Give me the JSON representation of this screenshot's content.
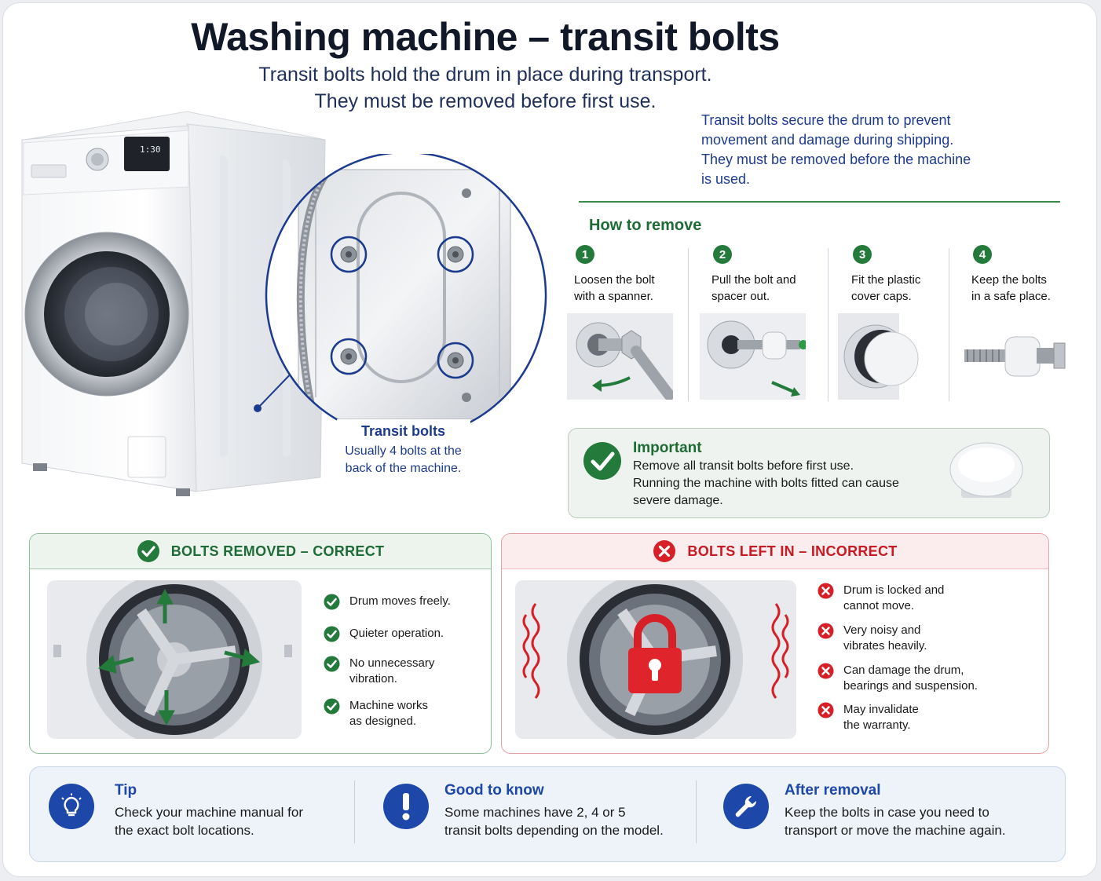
{
  "header": {
    "title": "Washing machine – transit bolts",
    "subtitle_line1": "Transit bolts hold the drum in place during transport.",
    "subtitle_line2": "They must be removed before first use."
  },
  "intro": "Transit bolts secure the drum to prevent movement and damage during shipping. They must be removed before the machine is used.",
  "machine": {
    "display_time": "1:30",
    "callout_title": "Transit bolts",
    "callout_text": "Usually 4 bolts at the back of the machine."
  },
  "how_to": {
    "heading": "How to remove",
    "steps": [
      {
        "num": "1",
        "line1": "Loosen the bolt",
        "line2": "with a spanner."
      },
      {
        "num": "2",
        "line1": "Pull the bolt and",
        "line2": "spacer out."
      },
      {
        "num": "3",
        "line1": "Fit the plastic",
        "line2": "cover caps."
      },
      {
        "num": "4",
        "line1": "Keep the bolts",
        "line2": "in a safe place."
      }
    ]
  },
  "important": {
    "title": "Important",
    "line1": "Remove all transit bolts before first use.",
    "line2": "Running the machine with bolts fitted can cause",
    "line3": "severe damage."
  },
  "correct": {
    "heading": "BOLTS REMOVED – CORRECT",
    "items": [
      {
        "l1": "Drum moves freely.",
        "l2": ""
      },
      {
        "l1": "Quieter operation.",
        "l2": ""
      },
      {
        "l1": "No unnecessary",
        "l2": "vibration."
      },
      {
        "l1": "Machine works",
        "l2": "as designed."
      }
    ]
  },
  "incorrect": {
    "heading": "BOLTS LEFT IN – INCORRECT",
    "items": [
      {
        "l1": "Drum is locked and",
        "l2": "cannot move."
      },
      {
        "l1": "Very noisy and",
        "l2": "vibrates heavily."
      },
      {
        "l1": "Can damage the drum,",
        "l2": "bearings and suspension."
      },
      {
        "l1": "May invalidate",
        "l2": "the warranty."
      }
    ]
  },
  "tips": [
    {
      "icon": "lightbulb-icon",
      "title": "Tip",
      "l1": "Check your machine manual for",
      "l2": "the exact bolt locations."
    },
    {
      "icon": "exclamation-icon",
      "title": "Good to know",
      "l1": "Some machines have 2, 4 or 5",
      "l2": "transit bolts depending on the model."
    },
    {
      "icon": "wrench-icon",
      "title": "After removal",
      "l1": "Keep the bolts in case you need to",
      "l2": "transport or move the machine again."
    }
  ],
  "colors": {
    "green": "#237a3b",
    "red": "#d61f27",
    "blue": "#1d47a8",
    "navy": "#1c3b8f"
  }
}
